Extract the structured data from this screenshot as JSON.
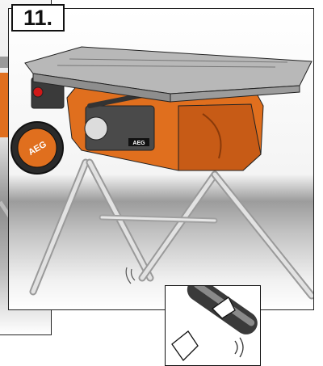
{
  "step": {
    "number": "11."
  },
  "machine": {
    "brand_badge": "AEG",
    "wheel_brand": "AEG"
  },
  "colors": {
    "orange_housing": "#e06f1e",
    "dark_orange": "#b04e10",
    "table_grey": "#c8c8c8",
    "stand_silver": "#cfcfcf",
    "frame_line": "#222222"
  },
  "icons": [
    "rotate-arrow-icon",
    "rotate-arrow-icon",
    "click-sound-icon"
  ]
}
